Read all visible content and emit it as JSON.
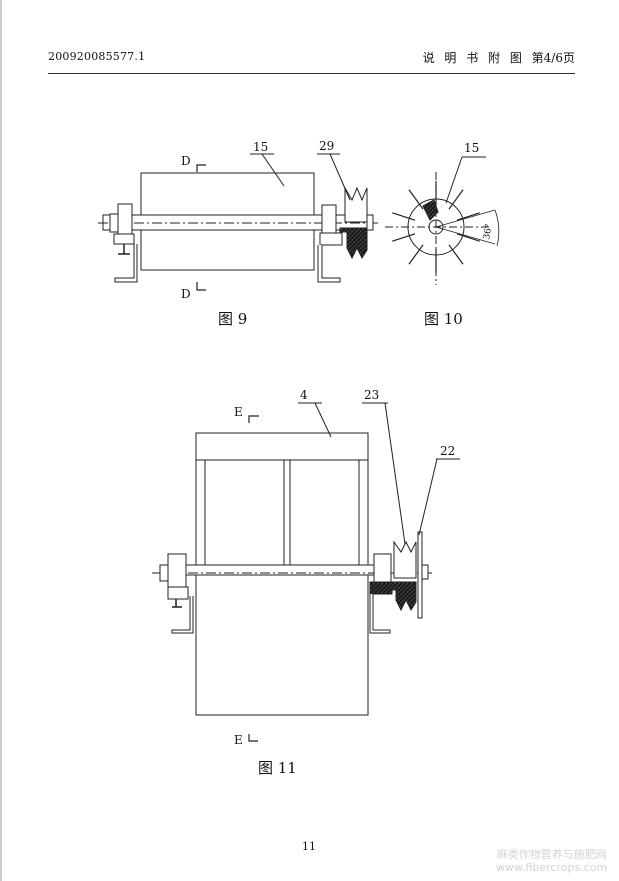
{
  "header": {
    "patent_number": "200920085577.1",
    "section": "说 明 书 附 图",
    "page": "第4/6页"
  },
  "figures": [
    {
      "caption": "图 9",
      "labels": {
        "part_drum": "15",
        "part_pulley": "29",
        "section_top": "D",
        "section_bottom": "D"
      }
    },
    {
      "caption": "图 10",
      "labels": {
        "part": "15",
        "angle": "36°"
      }
    },
    {
      "caption": "图 11",
      "labels": {
        "part_drum": "4",
        "part_pulley": "23",
        "part_plate": "22",
        "section_top": "E",
        "section_bottom": "E"
      }
    }
  ],
  "footer": {
    "page_number": "11"
  },
  "watermark": {
    "line1": "麻类作物营养与施肥网",
    "line2": "www.fibercrops.com"
  }
}
